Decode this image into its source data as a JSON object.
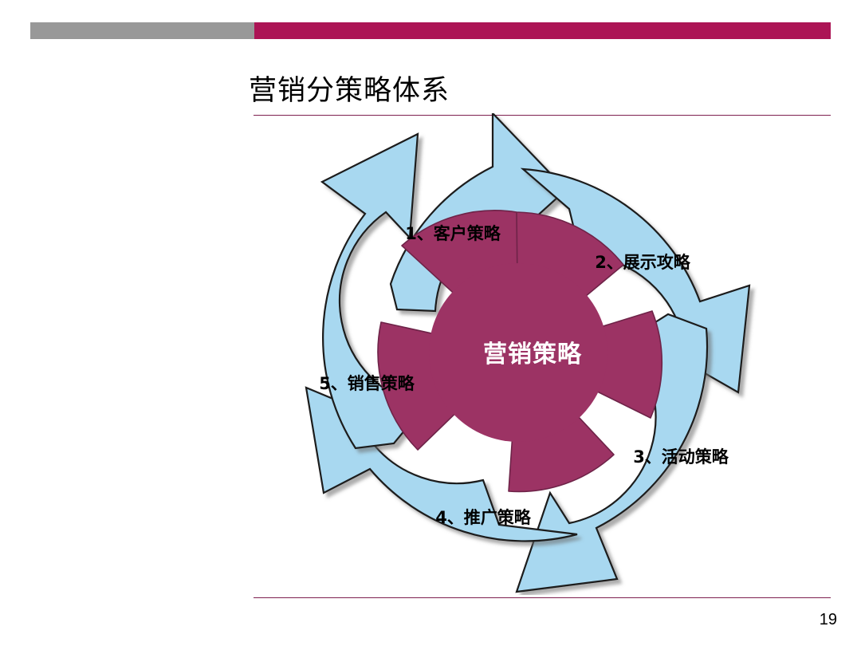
{
  "slide": {
    "title": "营销分策略体系",
    "page_number": "19"
  },
  "decor": {
    "bar_gray_color": "#989898",
    "bar_accent_color": "#AC1455",
    "rule_color": "#7E2050"
  },
  "diagram": {
    "name": "marketing-strategy-cycle",
    "type": "cycle",
    "hub_label": "营销策略",
    "hub_color": "#9C3364",
    "segment_color": "#A8D8F0",
    "segment_outline_color": "#1A1A1A",
    "segments": [
      {
        "id": "seg-1",
        "label": "1、客户策略"
      },
      {
        "id": "seg-2",
        "label": "2、展示攻略"
      },
      {
        "id": "seg-3",
        "label": "3、活动策略"
      },
      {
        "id": "seg-4",
        "label": "4、推广策略"
      },
      {
        "id": "seg-5",
        "label": "5、销售策略"
      }
    ]
  }
}
